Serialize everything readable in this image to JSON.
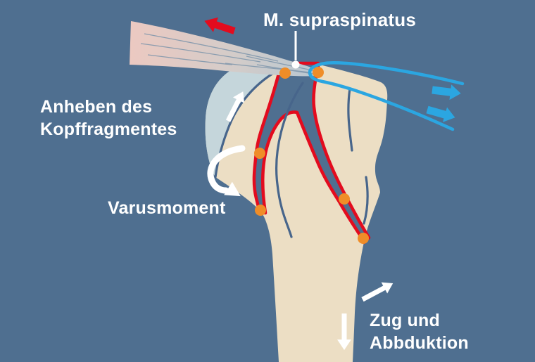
{
  "figure": {
    "type": "medical-illustration",
    "subject": "Proximal humerus fracture — deforming forces diagram"
  },
  "colors": {
    "bg": "#4f6f90",
    "bone": "#ecdec4",
    "cartilage": "#c5d6db",
    "fracture-gap": "#4f6f90",
    "red": "#e30b1e",
    "orange": "#ef8d28",
    "cyan": "#2ba6e1",
    "darkline": "#47658b",
    "tendon-pink": "#ecc9c1",
    "tendon-gray": "#b6c7d2",
    "label": "#ffffff"
  },
  "labels": {
    "supraspinatus": "M. supraspinatus",
    "anheben": "Anheben des\nKopffragmentes",
    "varusmoment": "Varusmoment",
    "zug": "Zug und\nAbbduktion"
  },
  "arrows": [
    {
      "name": "red-arrow-left",
      "color": "#e30b1e",
      "direction": "up-left",
      "meaning": "supraspinatus muscle pull"
    },
    {
      "name": "cyan-arrow-upper",
      "color": "#2ba6e1",
      "direction": "right",
      "meaning": "suture traction"
    },
    {
      "name": "cyan-arrow-lower",
      "color": "#2ba6e1",
      "direction": "right-down",
      "meaning": "suture traction"
    },
    {
      "name": "white-arrow-head-fragment",
      "color": "#ffffff",
      "direction": "up-right",
      "meaning": "Anheben des Kopffragmentes"
    },
    {
      "name": "white-curved-arrow",
      "color": "#ffffff",
      "direction": "rotational",
      "meaning": "Varusmoment"
    },
    {
      "name": "white-arrow-abduction",
      "color": "#ffffff",
      "direction": "right-up",
      "meaning": "Abduktion"
    },
    {
      "name": "white-arrow-down",
      "color": "#ffffff",
      "direction": "down",
      "meaning": "Zug"
    }
  ],
  "markers": {
    "orange_fracture_points": 6,
    "leader_dot": "supraspinatus insertion"
  }
}
